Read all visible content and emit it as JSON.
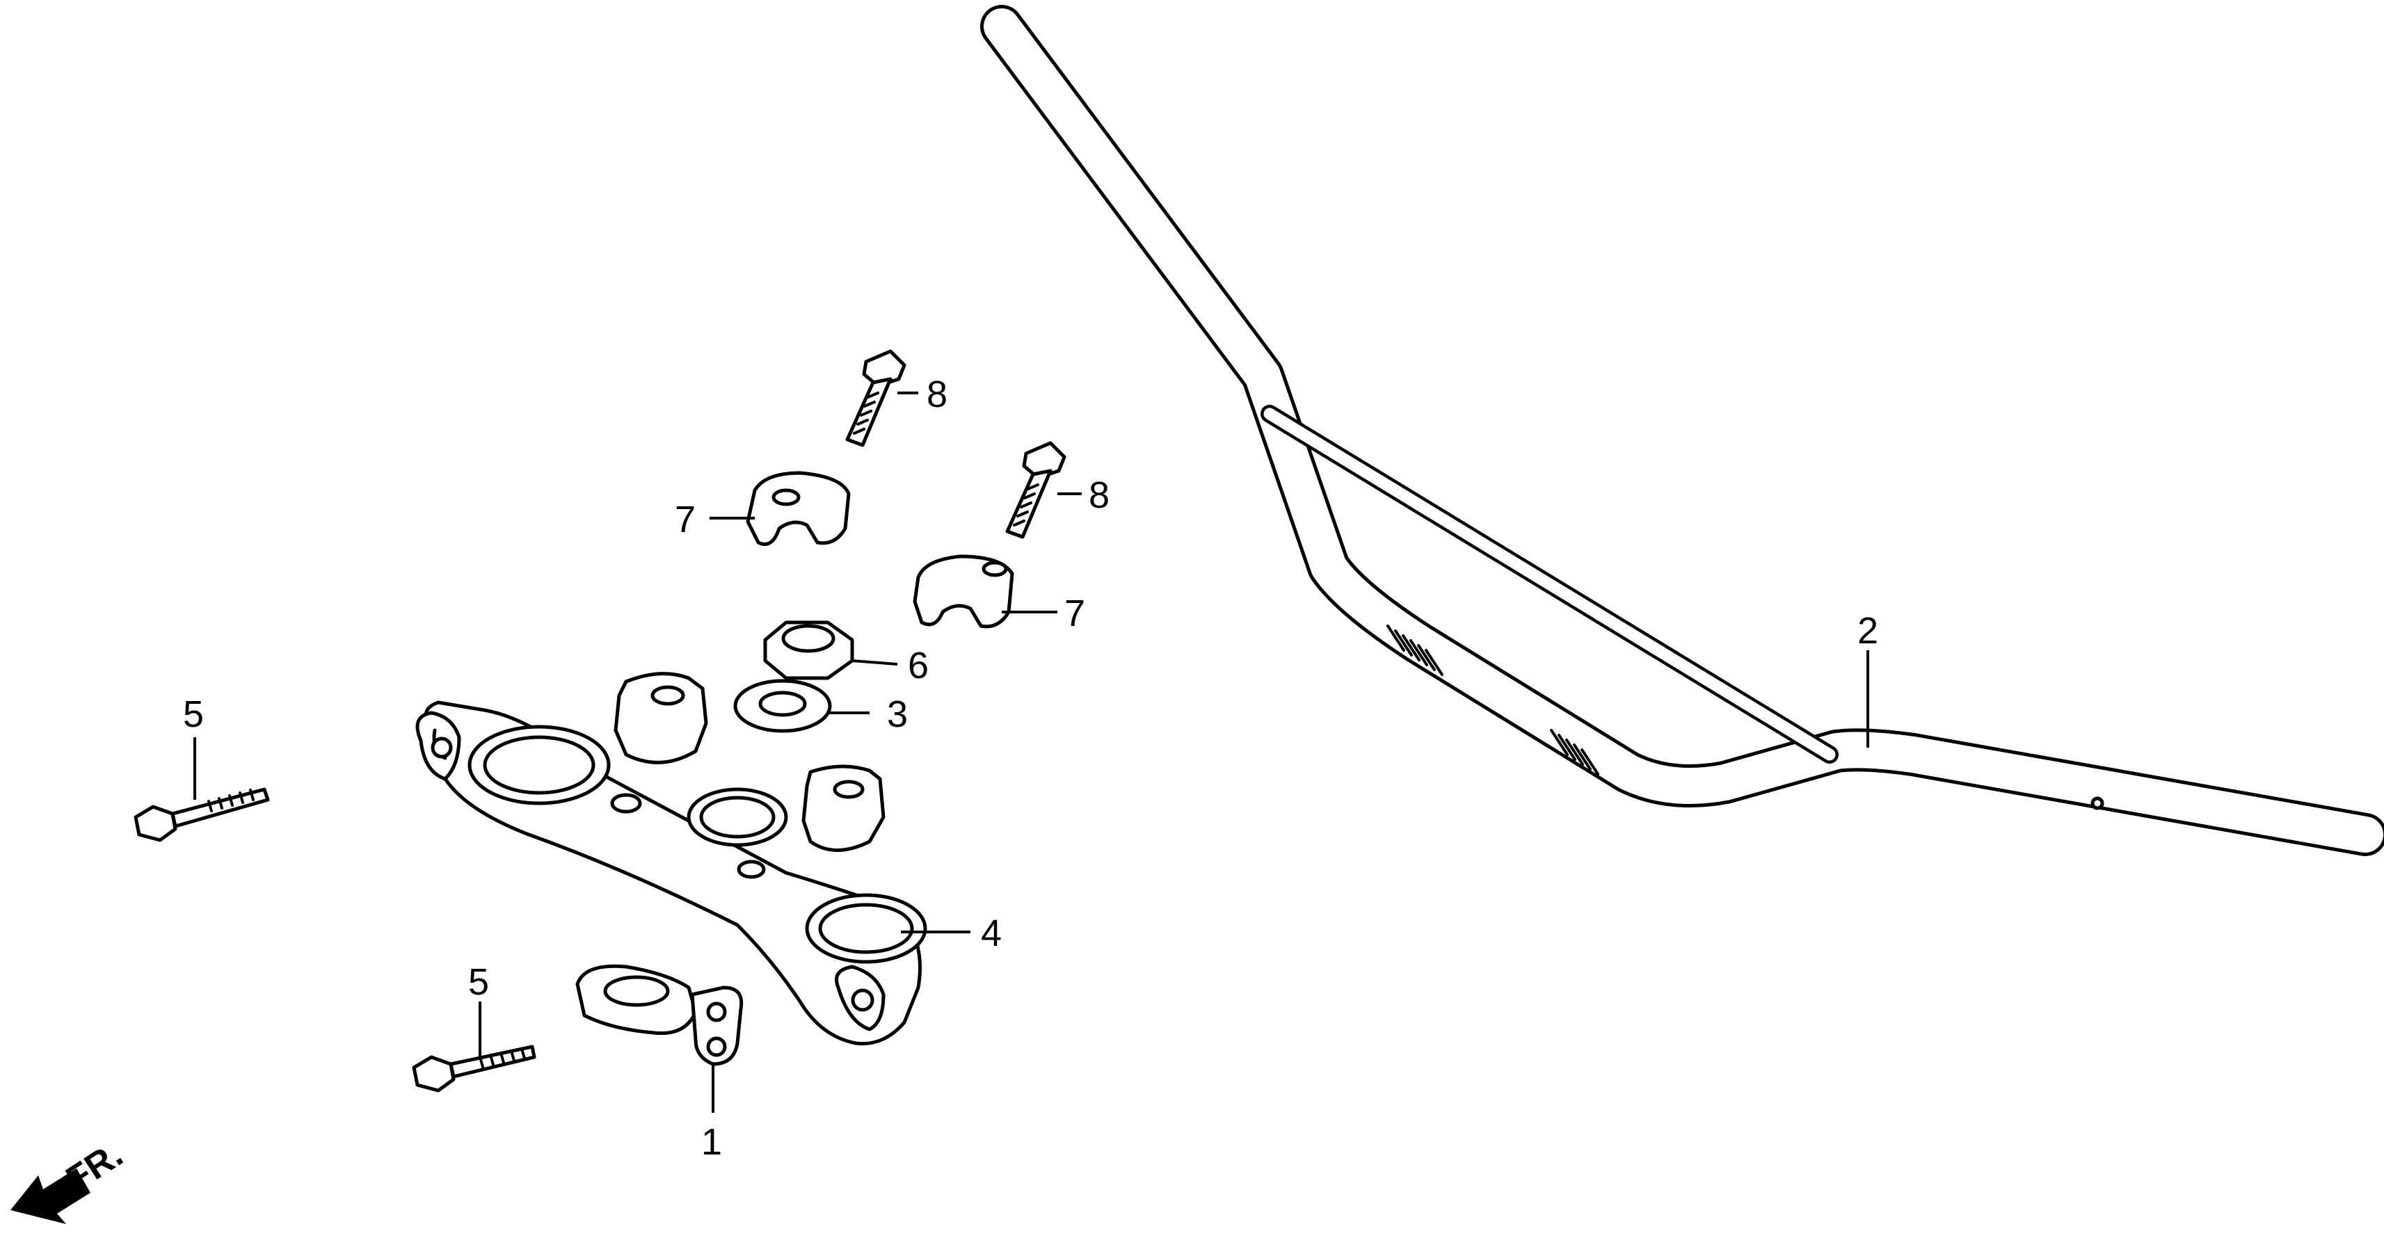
{
  "callouts": {
    "c1": "1",
    "c2": "2",
    "c3": "3",
    "c4": "4",
    "c5a": "5",
    "c5b": "5",
    "c6": "6",
    "c7a": "7",
    "c7b": "7",
    "c8a": "8",
    "c8b": "8"
  },
  "direction": {
    "label": "FR.",
    "icon": "front-direction-arrow-icon"
  },
  "colors": {
    "line": "#000000",
    "background": "#ffffff"
  }
}
